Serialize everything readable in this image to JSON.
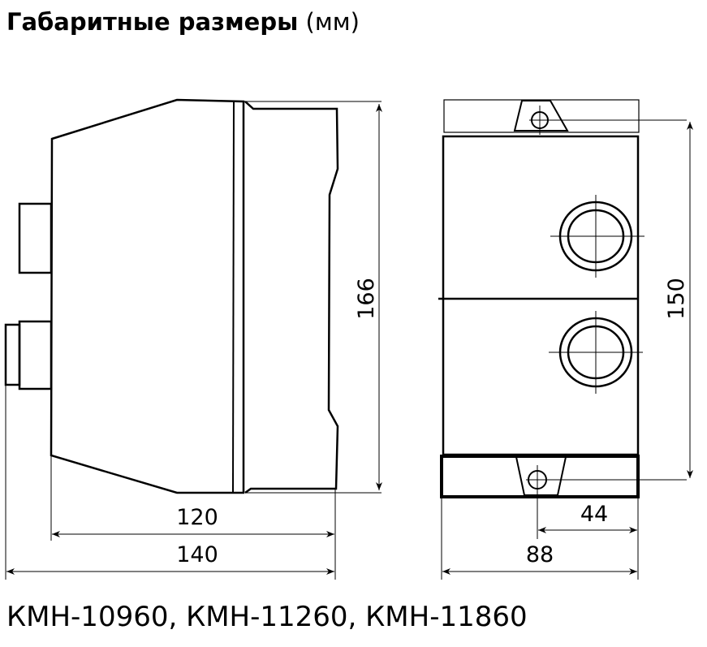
{
  "title": {
    "main": "Габаритные размеры",
    "unit": "(мм)"
  },
  "dimensions": {
    "side_height": "166",
    "side_body_depth": "120",
    "side_total_depth": "140",
    "front_mount_spacing": "150",
    "front_half_width": "44",
    "front_width": "88"
  },
  "models": "КМН-10960, КМН-11260, КМН-11860"
}
